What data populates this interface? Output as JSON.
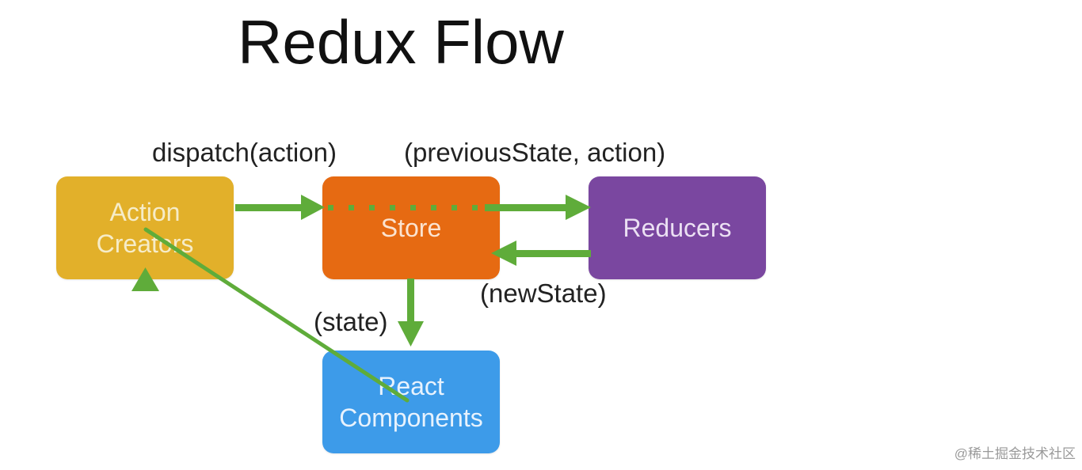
{
  "title": "Redux Flow",
  "colors": {
    "arrow": "#5fac3a",
    "action_creators": "#e2b02a",
    "store": "#e66a12",
    "reducers": "#7a47a0",
    "react_components": "#3d9be9"
  },
  "nodes": {
    "action_creators": {
      "line1": "Action",
      "line2": "Creators"
    },
    "store": {
      "label": "Store"
    },
    "reducers": {
      "label": "Reducers"
    },
    "react_components": {
      "line1": "React",
      "line2": "Components"
    }
  },
  "edges": {
    "dispatch": "dispatch(action)",
    "previous_state": "(previousState, action)",
    "new_state": "(newState)",
    "state": "(state)"
  },
  "watermark": "@稀土掘金技术社区"
}
